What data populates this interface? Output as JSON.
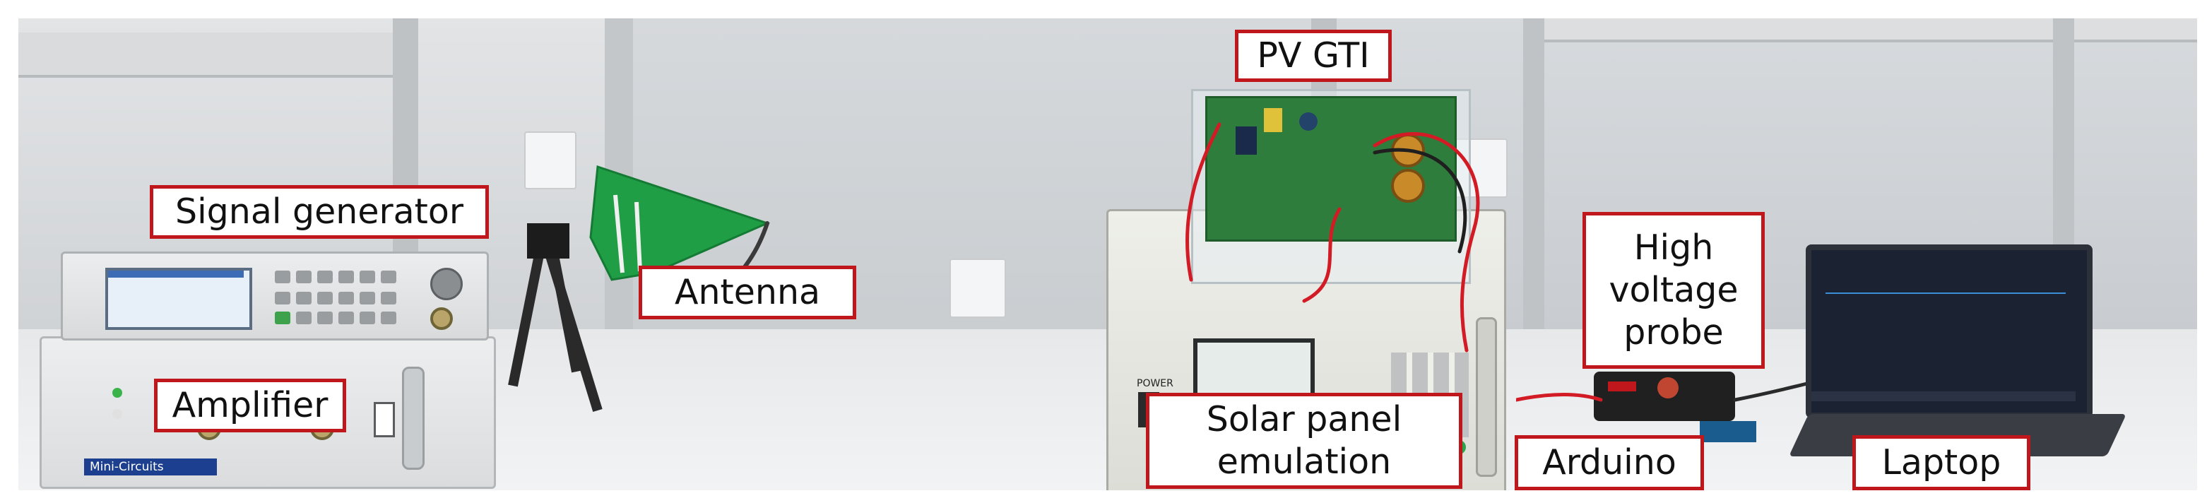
{
  "labels": {
    "pv_gti": "PV GTI",
    "signal_generator": "Signal generator",
    "antenna": "Antenna",
    "high_voltage_probe": "High\nvoltage\nprobe",
    "amplifier": "Amplifier",
    "solar_panel_emulation": "Solar panel\nemulation",
    "arduino": "Arduino",
    "laptop": "Laptop"
  },
  "device_text": {
    "power_switch": "POWER",
    "amplifier_brand": "Mini-Circuits"
  },
  "colors": {
    "label_border": "#c0171d",
    "pcb_green": "#2f7d3c",
    "antenna_green": "#1f9e45",
    "cable_red": "#d21b25"
  }
}
